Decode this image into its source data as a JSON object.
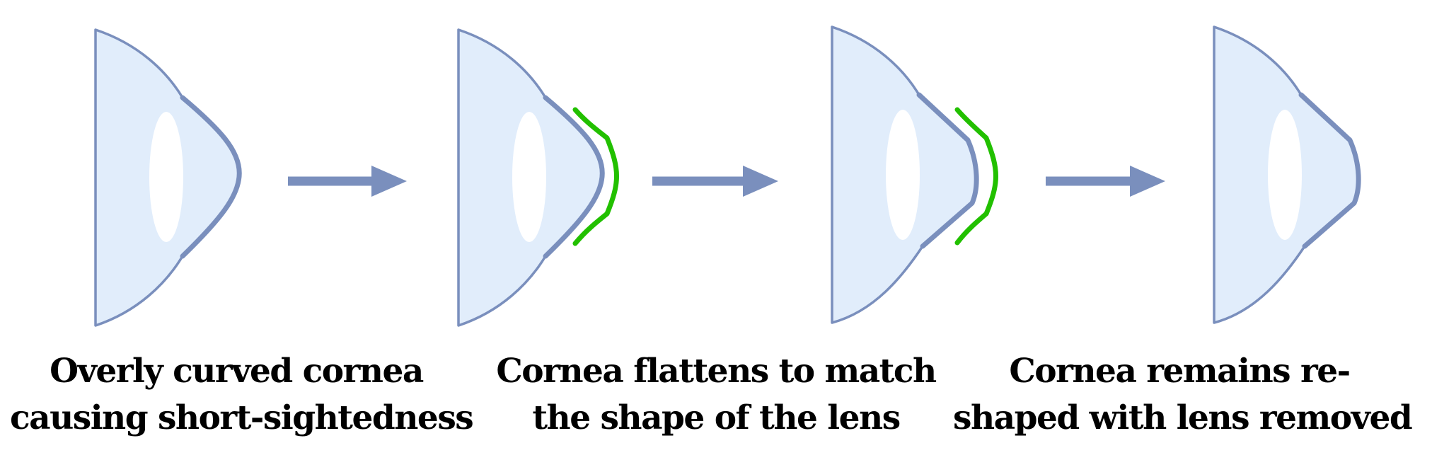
{
  "colors": {
    "eye_fill": "#e1edfb",
    "eye_stroke": "#7a8fbd",
    "arrow": "#7a8fbd",
    "lens_green": "#22c000",
    "pupil": "#ffffff"
  },
  "stages": [
    {
      "caption_lines": [
        "Overly curved cornea",
        "causing short-sightedness"
      ],
      "eye_shape": "overly-curved",
      "lens_present": false
    },
    {
      "caption_lines": [
        "Cornea flattens to match",
        "the shape of the lens"
      ],
      "eye_shape": "overly-curved",
      "lens_present": true
    },
    {
      "caption_lines": [
        "Cornea remains re-",
        "shaped with lens removed"
      ],
      "eye_shape": "flattened",
      "lens_present": true
    },
    {
      "eye_shape": "flattened",
      "lens_present": false
    }
  ],
  "arrows": [
    {
      "direction": "right"
    },
    {
      "direction": "right"
    },
    {
      "direction": "right"
    }
  ]
}
